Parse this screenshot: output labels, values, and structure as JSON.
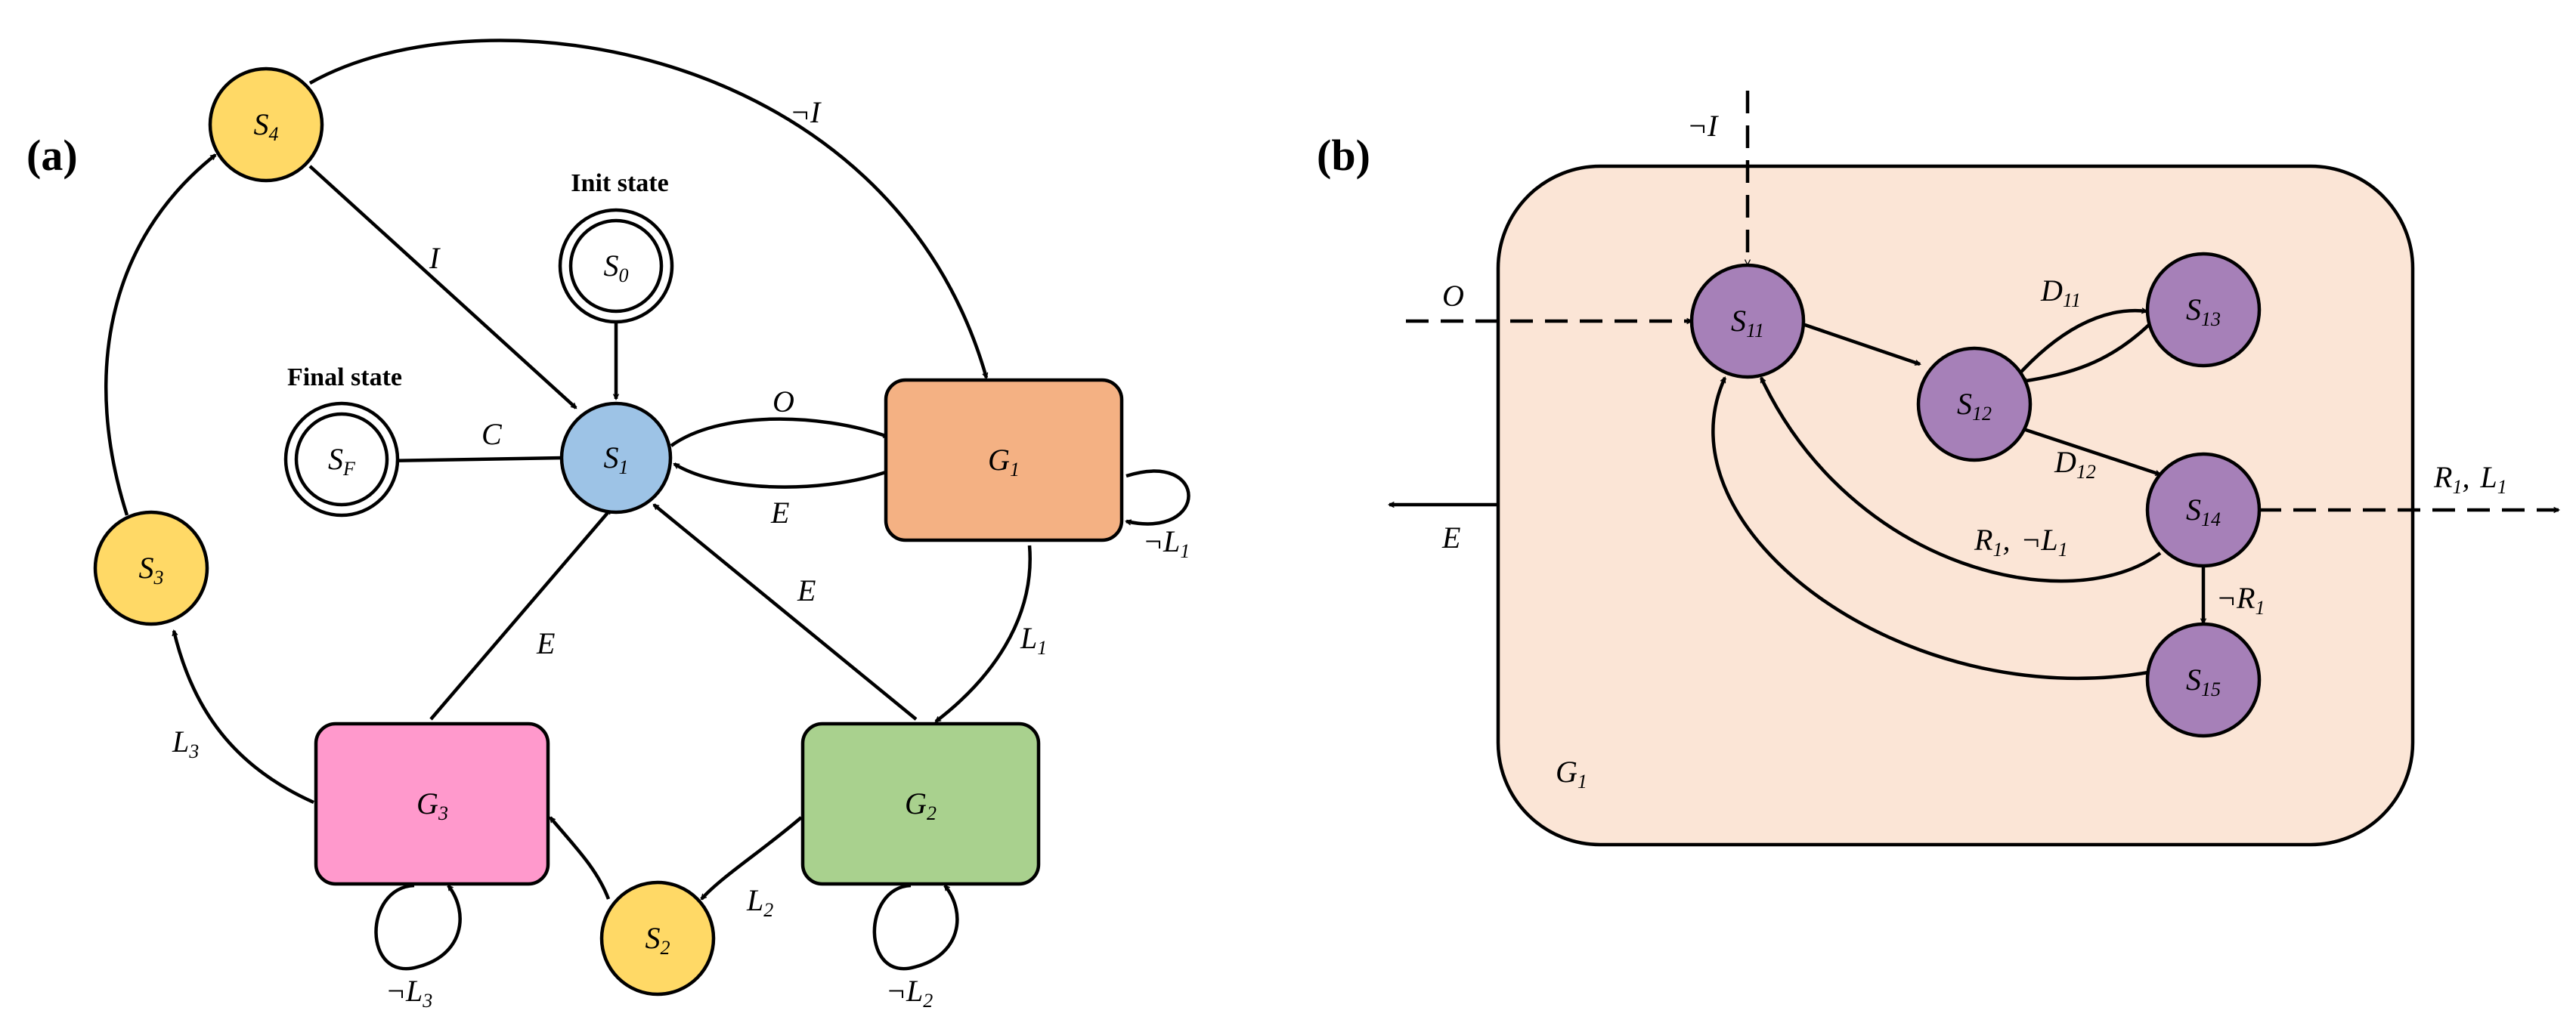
{
  "panel_a": {
    "label": "(a)",
    "init_caption": "Init state",
    "final_caption": "Final state",
    "nodes": {
      "s0": {
        "main": "S",
        "sub": "0"
      },
      "sf": {
        "main": "S",
        "sub": "F"
      },
      "s1": {
        "main": "S",
        "sub": "1"
      },
      "s2": {
        "main": "S",
        "sub": "2"
      },
      "s3": {
        "main": "S",
        "sub": "3"
      },
      "s4": {
        "main": "S",
        "sub": "4"
      },
      "g1": {
        "main": "G",
        "sub": "1"
      },
      "g2": {
        "main": "G",
        "sub": "2"
      },
      "g3": {
        "main": "G",
        "sub": "3"
      }
    },
    "edges": {
      "s4_g1": {
        "main": "¬I",
        "sub": ""
      },
      "s4_s1": {
        "main": "I",
        "sub": ""
      },
      "s1_sf": {
        "main": "C",
        "sub": ""
      },
      "s1_g1": {
        "main": "O",
        "sub": ""
      },
      "g1_s1": {
        "main": "E",
        "sub": ""
      },
      "g1_loop": {
        "main": "¬L",
        "sub": "1"
      },
      "g1_g2": {
        "main": "L",
        "sub": "1"
      },
      "g2_s1": {
        "main": "E",
        "sub": ""
      },
      "g3_s1": {
        "main": "E",
        "sub": ""
      },
      "g3_s3": {
        "main": "L",
        "sub": "3"
      },
      "g3_loop": {
        "main": "¬L",
        "sub": "3"
      },
      "g2_s2": {
        "main": "L",
        "sub": "2"
      },
      "g2_loop": {
        "main": "¬L",
        "sub": "2"
      }
    },
    "colors": {
      "yellow": "#FFD966",
      "blue": "#9DC3E6",
      "orange": "#F4B183",
      "green": "#A9D18E",
      "pink": "#FF99CC"
    }
  },
  "panel_b": {
    "label": "(b)",
    "container": {
      "main": "G",
      "sub": "1"
    },
    "nodes": {
      "s11": {
        "main": "S",
        "sub": "11"
      },
      "s12": {
        "main": "S",
        "sub": "12"
      },
      "s13": {
        "main": "S",
        "sub": "13"
      },
      "s14": {
        "main": "S",
        "sub": "14"
      },
      "s15": {
        "main": "S",
        "sub": "15"
      }
    },
    "edges": {
      "in_i": {
        "main": "¬I",
        "sub": ""
      },
      "in_o": {
        "main": "O",
        "sub": ""
      },
      "out_e": {
        "main": "E",
        "sub": ""
      },
      "d11": {
        "main": "D",
        "sub": "11"
      },
      "d12": {
        "main": "D",
        "sub": "12"
      },
      "out_r1_a": {
        "main": "R",
        "sub": "1"
      },
      "out_r1_sep": {
        "main": ",",
        "sub": ""
      },
      "out_l1": {
        "main": "L",
        "sub": "1"
      },
      "back_r1_a": {
        "main": "R",
        "sub": "1"
      },
      "back_r1_sep": {
        "main": ",",
        "sub": ""
      },
      "back_l1": {
        "main": "¬L",
        "sub": "1"
      },
      "not_r1": {
        "main": "¬R",
        "sub": "1"
      }
    },
    "colors": {
      "container_fill": "#FBE5D6",
      "node_fill": "#A680B8"
    }
  }
}
